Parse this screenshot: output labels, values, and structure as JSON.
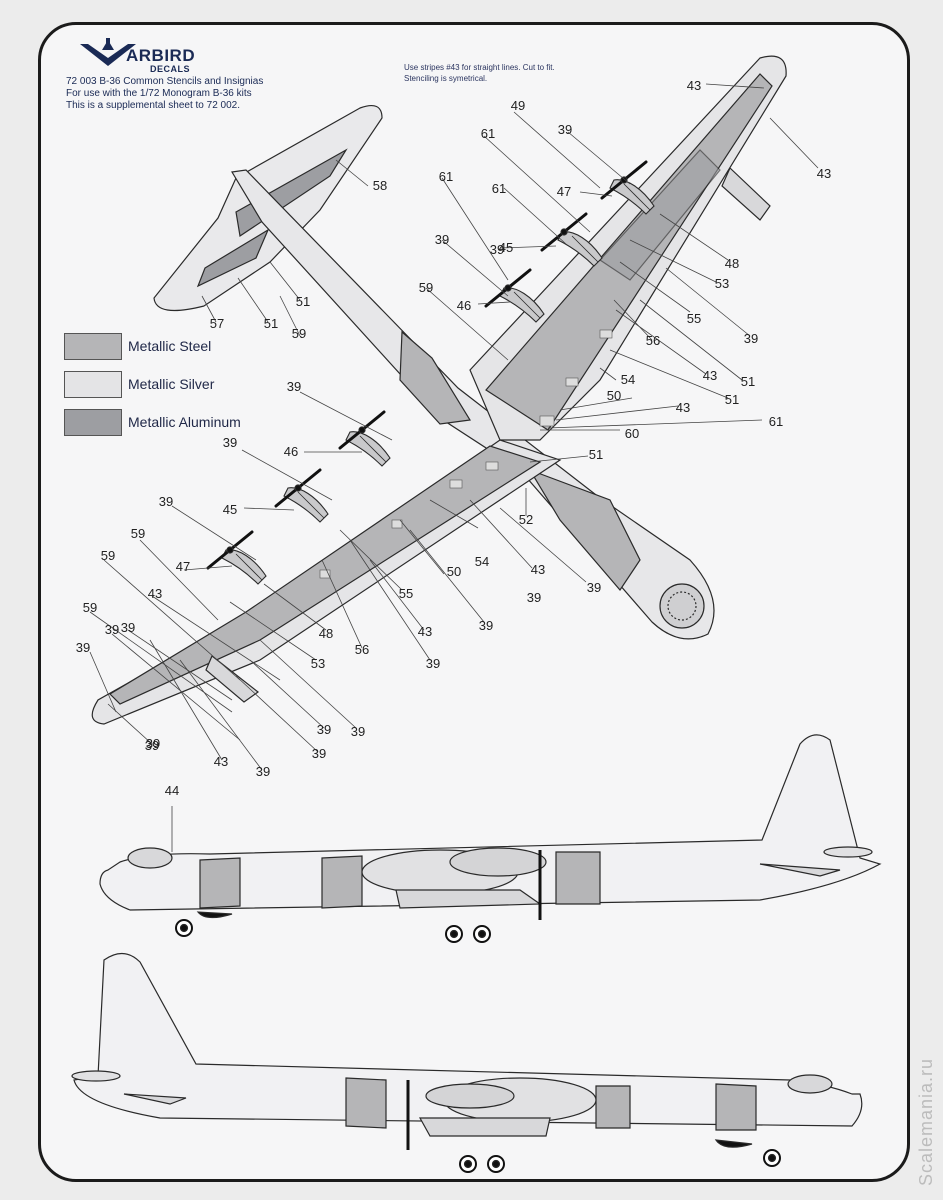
{
  "header": {
    "logo_title": "ARBIRD",
    "logo_sub": "DECALS",
    "lines": [
      "72 003 B-36 Common Stencils and Insignias",
      "For use with the 1/72 Monogram B-36 kits",
      "This is a supplemental sheet to 72 002."
    ]
  },
  "note": {
    "lines": [
      "Use stripes #43 for straight lines.  Cut to fit.",
      "Stenciling is symetrical."
    ]
  },
  "legend": [
    {
      "label": "Metallic Steel",
      "color": "#b5b5b7"
    },
    {
      "label": "Metallic Silver",
      "color": "#e4e4e6"
    },
    {
      "label": "Metallic Aluminum",
      "color": "#9d9ea2"
    }
  ],
  "callouts": {
    "top_view": [
      "43",
      "43",
      "49",
      "39",
      "61",
      "47",
      "48",
      "53",
      "61",
      "39",
      "45",
      "55",
      "39",
      "61",
      "39",
      "56",
      "43",
      "51",
      "59",
      "46",
      "54",
      "51",
      "50",
      "43",
      "61",
      "60",
      "58",
      "51",
      "51",
      "57",
      "59",
      "39",
      "46",
      "51",
      "39",
      "52",
      "45",
      "39",
      "39",
      "54",
      "43",
      "39",
      "50",
      "55",
      "39",
      "59",
      "47",
      "43",
      "39",
      "48",
      "59",
      "53",
      "56",
      "43",
      "39",
      "59",
      "39",
      "39",
      "39",
      "39",
      "39",
      "39",
      "43",
      "39",
      "39"
    ],
    "side_view": [
      "44"
    ]
  },
  "colors": {
    "line": "#2a2a2a",
    "steel": "#b5b5b7",
    "silver": "#e4e4e6",
    "aluminum": "#9d9ea2",
    "text_navy": "#1a2a55"
  },
  "watermark": "Scalemania.ru"
}
